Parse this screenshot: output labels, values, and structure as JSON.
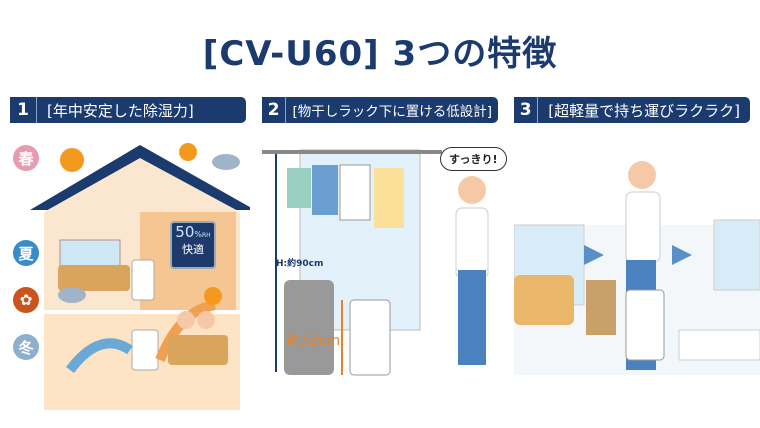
{
  "title": "[CV-U60] 3つの特徴",
  "features": [
    {
      "num": "1",
      "label": "[年中安定した除湿力]"
    },
    {
      "num": "2",
      "label": "[物干しラック下に置ける低設計]"
    },
    {
      "num": "3",
      "label": "[超軽量で持ち運びラクラク]"
    }
  ],
  "seasons": [
    {
      "label": "春",
      "color": "#e89bb0"
    },
    {
      "label": "夏",
      "color": "#3a8cc8"
    },
    {
      "label": "冬",
      "color": "#8fb0cc"
    }
  ],
  "autumn_icon": "maple-leaf-icon",
  "humidity": {
    "value": "50",
    "unit": "%",
    "sub": "RH",
    "status": "快適"
  },
  "height_label": "H:約90cm",
  "unit_height_label": "約32cm",
  "speech": "すっきり!",
  "colors": {
    "navy": "#1b3a6e",
    "orange": "#e8822a"
  }
}
